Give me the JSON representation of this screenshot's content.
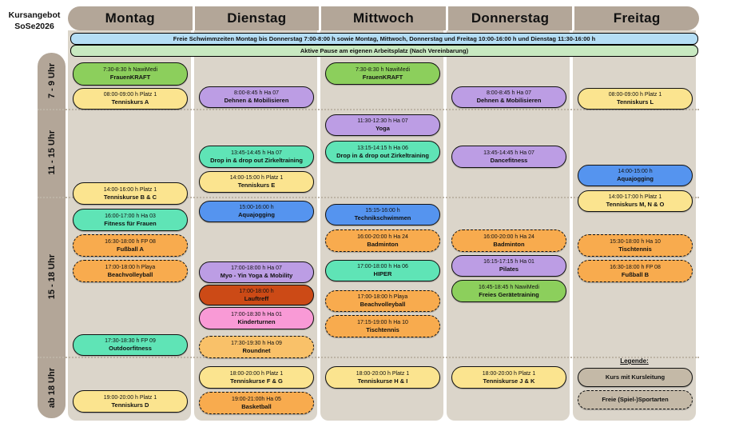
{
  "title": {
    "line1": "Kursangebot",
    "line2": "SoSe2026"
  },
  "days": [
    "Montag",
    "Dienstag",
    "Mittwoch",
    "Donnerstag",
    "Freitag"
  ],
  "time_rows": [
    "7 - 9 Uhr",
    "11 - 15 Uhr",
    "15 - 18 Uhr",
    "ab 18 Uhr"
  ],
  "banners": [
    {
      "text": "Freie Schwimmzeiten Montag bis Donnerstag 7:00-8:00 h sowie Montag, Mittwoch, Donnerstag und Freitag 10:00-16:00 h und Dienstag 11:30-16:00 h",
      "color": "banner_blue"
    },
    {
      "text": "Aktive Pause am eigenen Arbeitsplatz (Nach Vereinbarung)",
      "color": "banner_green"
    }
  ],
  "colors": {
    "green": "#8ccf5c",
    "yellow": "#fbe48f",
    "purple": "#bc9de4",
    "teal": "#5fe4b6",
    "blue": "#5594ef",
    "orange": "#f8ab4e",
    "orange_light": "#f9c169",
    "red": "#cc4a16",
    "pink": "#f99ad6",
    "banner_blue": "#b5def5",
    "banner_green": "#c8e9c1",
    "tan": "#c4b9a7"
  },
  "events": [
    {
      "l1": "7:30-8:30 h  NawiMedi",
      "l2": "FrauenKRAFT"
    },
    {
      "l1": "08:00-09:00 h Platz 1",
      "l2": "Tenniskurs A"
    },
    {
      "l1": "14:00-16:00 h Platz 1",
      "l2": "Tenniskurse B & C"
    },
    {
      "l1": "16:00-17:00 h Ha 03",
      "l2": "Fitness für Frauen"
    },
    {
      "l1": "16:30-18:00 h FP 08",
      "l2": "Fußball A"
    },
    {
      "l1": "17:00-18:00 h Playa",
      "l2": "Beachvolleyball"
    },
    {
      "l1": "17:30-18:30 h FP 09",
      "l2": "Outdoorfitness"
    },
    {
      "l1": "19:00-20:00 h Platz 1",
      "l2": "Tenniskurs D"
    },
    {
      "l1": "8:00-8:45 h Ha 07",
      "l2": "Dehnen & Mobilisieren"
    },
    {
      "l1": "13:45-14:45 h Ha 07",
      "l2": "Drop in & drop out Zirkeltraining"
    },
    {
      "l1": "14:00-15:00 h Platz 1",
      "l2": "Tenniskurs E"
    },
    {
      "l1": "15:00-16:00 h",
      "l2": "Aquajogging"
    },
    {
      "l1": "17:00-18:00 h Ha 07",
      "l2": "Myo - Yin Yoga & Mobility"
    },
    {
      "l1": "17:00-18:00 h",
      "l2": "Lauftreff"
    },
    {
      "l1": "17:00-18:30 h Ha 01",
      "l2": "Kinderturnen"
    },
    {
      "l1": "17:30-19:30 h Ha 09",
      "l2": "Roundnet"
    },
    {
      "l1": "18:00-20:00 h Platz 1",
      "l2": "Tenniskurse F & G"
    },
    {
      "l1": "19:00-21:00h Ha 05",
      "l2": "Basketball"
    },
    {
      "l1": "7:30-8:30 h  NawiMedi",
      "l2": "FrauenKRAFT"
    },
    {
      "l1": "11:30-12:30 h Ha 07",
      "l2": "Yoga"
    },
    {
      "l1": "13:15-14:15 h Ha 06",
      "l2": "Drop in & drop out Zirkeltraining"
    },
    {
      "l1": "15:15-16:00 h",
      "l2": "Technikschwimmen"
    },
    {
      "l1": "16:00-20:00 h Ha 24",
      "l2": "Badminton"
    },
    {
      "l1": "17:00-18:00 h Ha 06",
      "l2": "HIPER"
    },
    {
      "l1": "17:00-18:00 h Playa",
      "l2": "Beachvolleyball"
    },
    {
      "l1": "17:15-19:00 h Ha 10",
      "l2": "Tischtennis"
    },
    {
      "l1": "18:00-20:00 h Platz 1",
      "l2": "Tenniskurse H & I"
    },
    {
      "l1": "8:00-8:45 h Ha 07",
      "l2": "Dehnen & Mobilisieren"
    },
    {
      "l1": "13:45-14:45 h Ha 07",
      "l2": "Dancefitness"
    },
    {
      "l1": "16:00-20:00 h Ha 24",
      "l2": "Badminton"
    },
    {
      "l1": "16:15-17:15 h Ha 01",
      "l2": "Pilates"
    },
    {
      "l1": "16:45-18:45 h NawiMedi",
      "l2": "Freies Gerätetraining"
    },
    {
      "l1": "18:00-20:00 h Platz 1",
      "l2": "Tenniskurse J & K"
    },
    {
      "l1": "08:00-09:00 h Platz 1",
      "l2": "Tenniskurs L"
    },
    {
      "l1": "14:00-15:00 h",
      "l2": "Aquajogging"
    },
    {
      "l1": "14:00-17:00 h Platz 1",
      "l2": "Tenniskurs M, N & O"
    },
    {
      "l1": "15:30-18:00 h Ha 10",
      "l2": "Tischtennis"
    },
    {
      "l1": "16:30-18:00 h FP 08",
      "l2": "Fußball B"
    }
  ],
  "legend": {
    "title": "Legende:",
    "items": [
      {
        "label": "Kurs mit Kursleitung"
      },
      {
        "label": "Freie (Spiel-)Sportarten"
      }
    ]
  }
}
